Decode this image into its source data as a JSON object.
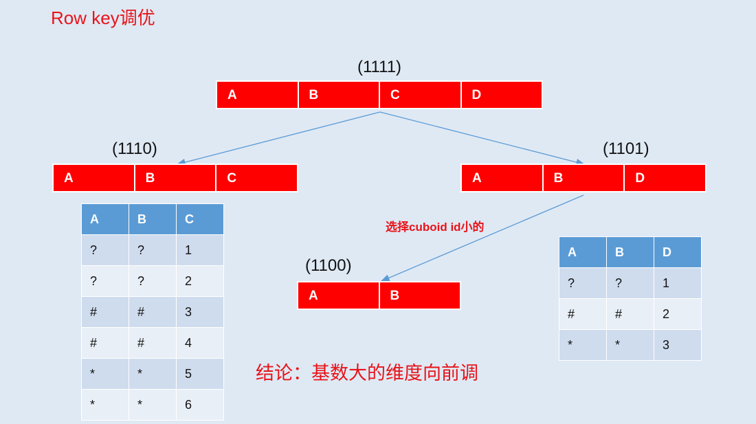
{
  "title": "Row key调优",
  "cuboids": {
    "c1111": {
      "id": "(1111)",
      "cells": [
        "A",
        "B",
        "C",
        "D"
      ]
    },
    "c1110": {
      "id": "(1110)",
      "cells": [
        "A",
        "B",
        "C"
      ]
    },
    "c1101": {
      "id": "(1101)",
      "cells": [
        "A",
        "B",
        "D"
      ]
    },
    "c1100": {
      "id": "(1100)",
      "cells": [
        "A",
        "B"
      ]
    }
  },
  "table_left": {
    "headers": [
      "A",
      "B",
      "C"
    ],
    "rows": [
      [
        "?",
        "?",
        "1"
      ],
      [
        "?",
        "?",
        "2"
      ],
      [
        "#",
        "#",
        "3"
      ],
      [
        "#",
        "#",
        "4"
      ],
      [
        "*",
        "*",
        "5"
      ],
      [
        "*",
        "*",
        "6"
      ]
    ]
  },
  "table_right": {
    "headers": [
      "A",
      "B",
      "D"
    ],
    "rows": [
      [
        "?",
        "?",
        "1"
      ],
      [
        "#",
        "#",
        "2"
      ],
      [
        "*",
        "*",
        "3"
      ]
    ]
  },
  "note": "选择cuboid id小的",
  "conclusion": "结论：基数大的维度向前调",
  "colors": {
    "bar": "#ff0000",
    "header": "#5b9bd5",
    "arrow": "#5b9bd5",
    "accent_text": "#e8141a"
  }
}
